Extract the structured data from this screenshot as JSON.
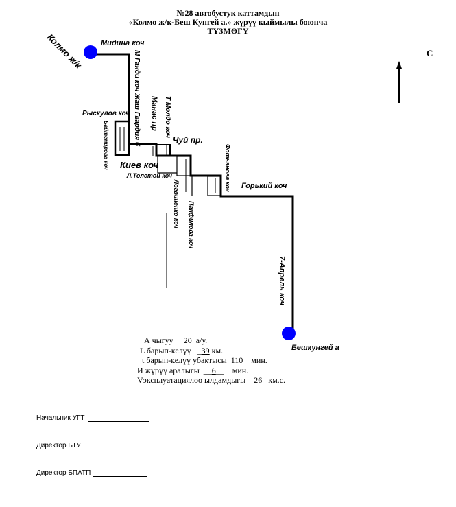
{
  "header": {
    "line1": "№28 автобустук каттамдын",
    "line2": "«Колмо ж/к-Беш Кунгей а.» жүрүү кыймылы боюнча",
    "line3": "ТҮЗМӨГҮ"
  },
  "map": {
    "north_label": "С",
    "start_stop": "Колмо ж/к",
    "end_stop": "Бешкунгей а",
    "streets": [
      "Мидина коч",
      "М Ганди коч Жаш Гвардия б",
      "Рыскулов коч",
      "Байтемирова коч",
      "Манас пр",
      "Т Молдо коч",
      "Чуй пр.",
      "Киев коч",
      "Л.Толстой коч",
      "Фотьянова коч",
      "Логвиненко коч",
      "Панфилова коч",
      "Горький коч",
      "7-Апрель коч"
    ],
    "colors": {
      "stop": "#0000ff",
      "route": "#000000"
    }
  },
  "info": {
    "a_label": "А чыгуу",
    "a_value": "20",
    "a_unit": "а/у.",
    "l_label": "L барып-келүү",
    "l_value": "39",
    "l_unit": "км.",
    "t_label": "t барып-келүү убактысы",
    "t_value": "110",
    "t_unit": "мин.",
    "i_label": "И жүрүү аралыгы",
    "i_value": "6",
    "i_unit": "мин.",
    "v_label": "Vэксплуатациялоо ылдамдыгы",
    "v_value": "26",
    "v_unit": "км.с."
  },
  "signatures": [
    "Начальник УГТ",
    "Директор  БТУ",
    "Директор БПАТП"
  ]
}
